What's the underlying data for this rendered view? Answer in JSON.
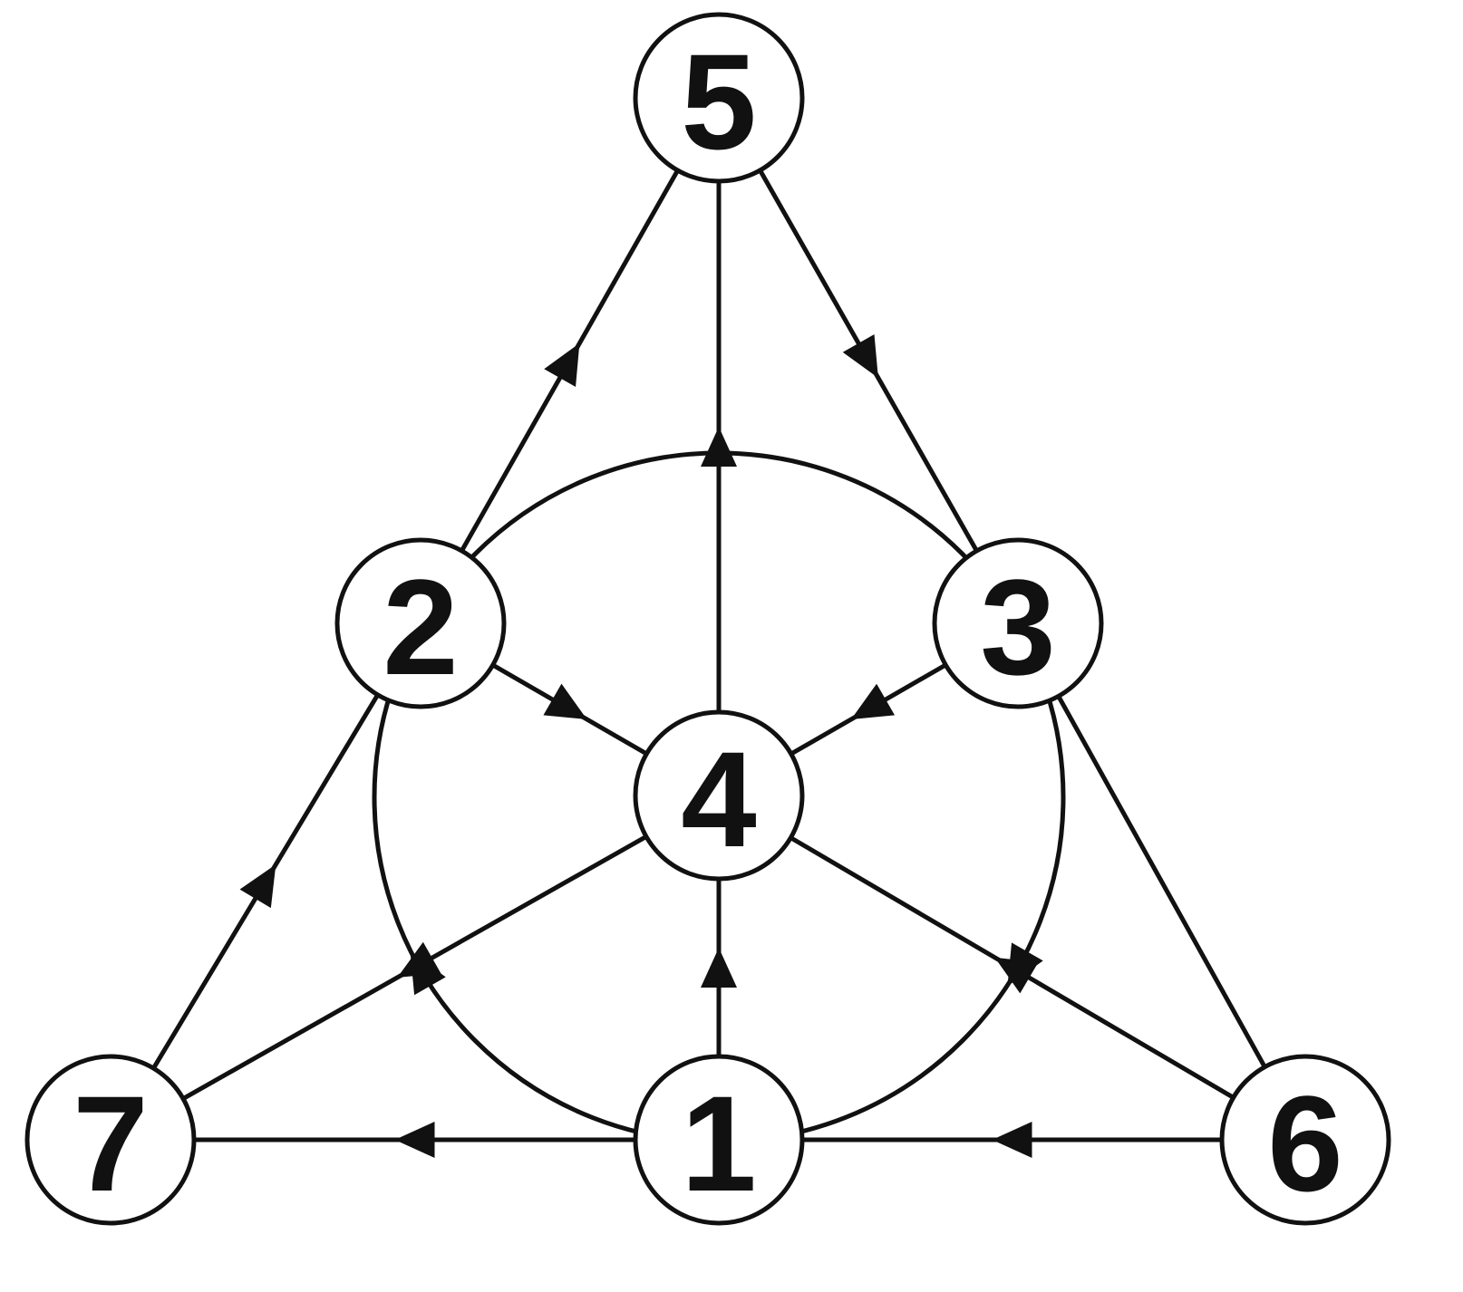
{
  "colors": {
    "ink": "#111111",
    "background": "#ffffff"
  },
  "nodes": [
    {
      "id": "1",
      "label": "1"
    },
    {
      "id": "2",
      "label": "2"
    },
    {
      "id": "3",
      "label": "3"
    },
    {
      "id": "4",
      "label": "4"
    },
    {
      "id": "5",
      "label": "5"
    },
    {
      "id": "6",
      "label": "6"
    },
    {
      "id": "7",
      "label": "7"
    }
  ],
  "edges": [
    {
      "from": "1",
      "to": "7",
      "kind": "line"
    },
    {
      "from": "6",
      "to": "1",
      "kind": "line"
    },
    {
      "from": "7",
      "to": "2",
      "kind": "line"
    },
    {
      "from": "2",
      "to": "5",
      "kind": "line"
    },
    {
      "from": "5",
      "to": "3",
      "kind": "line"
    },
    {
      "from": "3",
      "to": "6",
      "kind": "line",
      "arrow": false
    },
    {
      "from": "5",
      "to": "4",
      "kind": "line",
      "arrow": false
    },
    {
      "from": "4",
      "to": "5",
      "kind": "line"
    },
    {
      "from": "1",
      "to": "4",
      "kind": "line"
    },
    {
      "from": "2",
      "to": "4",
      "kind": "line"
    },
    {
      "from": "3",
      "to": "4",
      "kind": "line"
    },
    {
      "from": "4",
      "to": "7",
      "kind": "line"
    },
    {
      "from": "6",
      "to": "4",
      "kind": "line"
    },
    {
      "from": "2",
      "to": "3",
      "kind": "arc",
      "arrow": false
    },
    {
      "from": "3",
      "to": "1",
      "kind": "arc"
    },
    {
      "from": "1",
      "to": "2",
      "kind": "arc"
    }
  ]
}
